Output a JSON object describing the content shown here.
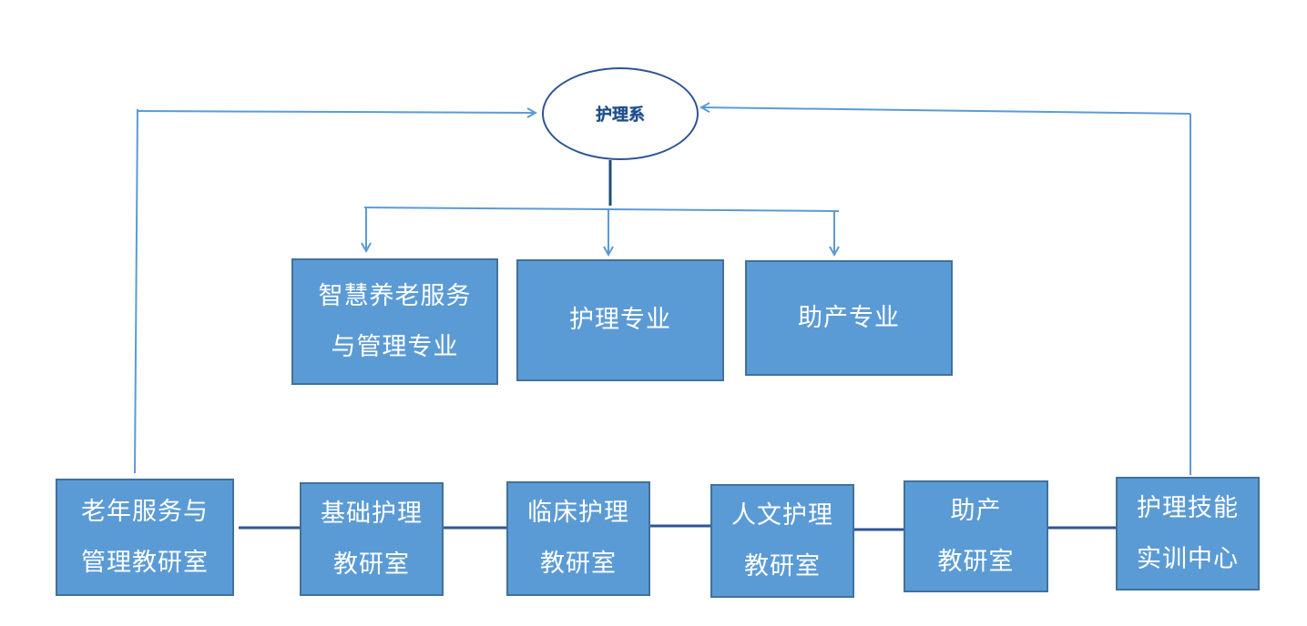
{
  "root": {
    "label": "护理系"
  },
  "majors": [
    {
      "line1": "智慧养老服务",
      "line2": "与管理专业"
    },
    {
      "line1": "护理专业"
    },
    {
      "line1": "助产专业"
    }
  ],
  "offices": [
    {
      "line1": "老年服务与",
      "line2": "管理教研室"
    },
    {
      "line1": "基础护理",
      "line2": "教研室"
    },
    {
      "line1": "临床护理",
      "line2": "教研室"
    },
    {
      "line1": "人文护理",
      "line2": "教研室"
    },
    {
      "line1": "助产",
      "line2": "教研室"
    },
    {
      "line1": "护理技能",
      "line2": "实训中心"
    }
  ],
  "colors": {
    "box_fill": "#5b9bd5",
    "box_border": "#41719c",
    "line": "#5b9bd5",
    "dark_line": "#2f5496"
  }
}
